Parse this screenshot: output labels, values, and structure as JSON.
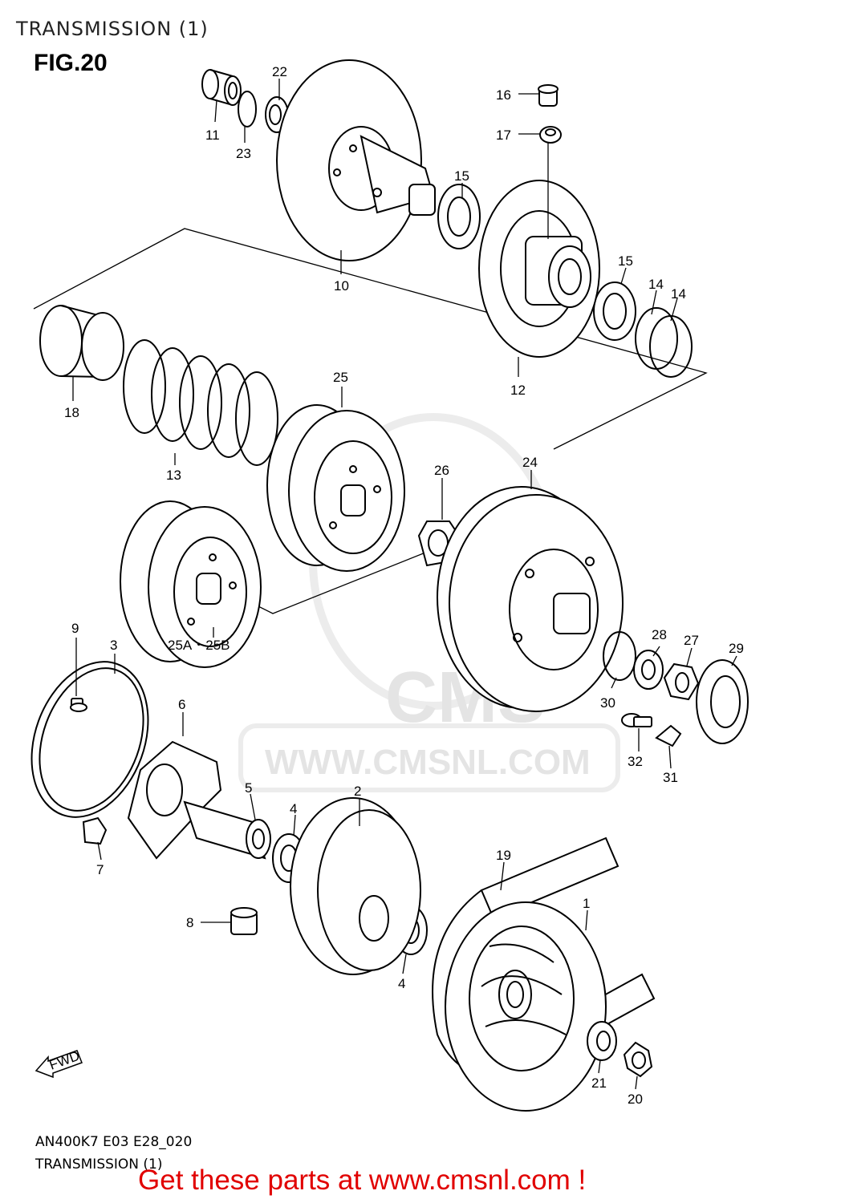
{
  "header": {
    "page_title": "TRANSMISSION (1)",
    "figure": "FIG.20"
  },
  "watermark": {
    "brand": "CMS",
    "url": "WWW.CMSNL.COM"
  },
  "fwd_marker": {
    "label": "FWD"
  },
  "parts": [
    {
      "id": "p11",
      "label": "11"
    },
    {
      "id": "p22",
      "label": "22"
    },
    {
      "id": "p23",
      "label": "23"
    },
    {
      "id": "p10",
      "label": "10"
    },
    {
      "id": "p16",
      "label": "16"
    },
    {
      "id": "p17",
      "label": "17"
    },
    {
      "id": "p15a",
      "label": "15"
    },
    {
      "id": "p15b",
      "label": "15"
    },
    {
      "id": "p14a",
      "label": "14"
    },
    {
      "id": "p14b",
      "label": "14"
    },
    {
      "id": "p12",
      "label": "12"
    },
    {
      "id": "p18",
      "label": "18"
    },
    {
      "id": "p13",
      "label": "13"
    },
    {
      "id": "p25",
      "label": "25"
    },
    {
      "id": "p26",
      "label": "26"
    },
    {
      "id": "p24",
      "label": "24"
    },
    {
      "id": "p25ab",
      "label": "25A・25B"
    },
    {
      "id": "p9",
      "label": "9"
    },
    {
      "id": "p3",
      "label": "3"
    },
    {
      "id": "p6",
      "label": "6"
    },
    {
      "id": "p28",
      "label": "28"
    },
    {
      "id": "p27",
      "label": "27"
    },
    {
      "id": "p29",
      "label": "29"
    },
    {
      "id": "p30",
      "label": "30"
    },
    {
      "id": "p32",
      "label": "32"
    },
    {
      "id": "p31",
      "label": "31"
    },
    {
      "id": "p5",
      "label": "5"
    },
    {
      "id": "p2",
      "label": "2"
    },
    {
      "id": "p4a",
      "label": "4"
    },
    {
      "id": "p7",
      "label": "7"
    },
    {
      "id": "p8",
      "label": "8"
    },
    {
      "id": "p4b",
      "label": "4"
    },
    {
      "id": "p19",
      "label": "19"
    },
    {
      "id": "p1",
      "label": "1"
    },
    {
      "id": "p21",
      "label": "21"
    },
    {
      "id": "p20",
      "label": "20"
    }
  ],
  "footer": {
    "code": "AN400K7 E03 E28_020",
    "title": "TRANSMISSION (1)",
    "promo": "Get these parts at www.cmsnl.com !"
  }
}
